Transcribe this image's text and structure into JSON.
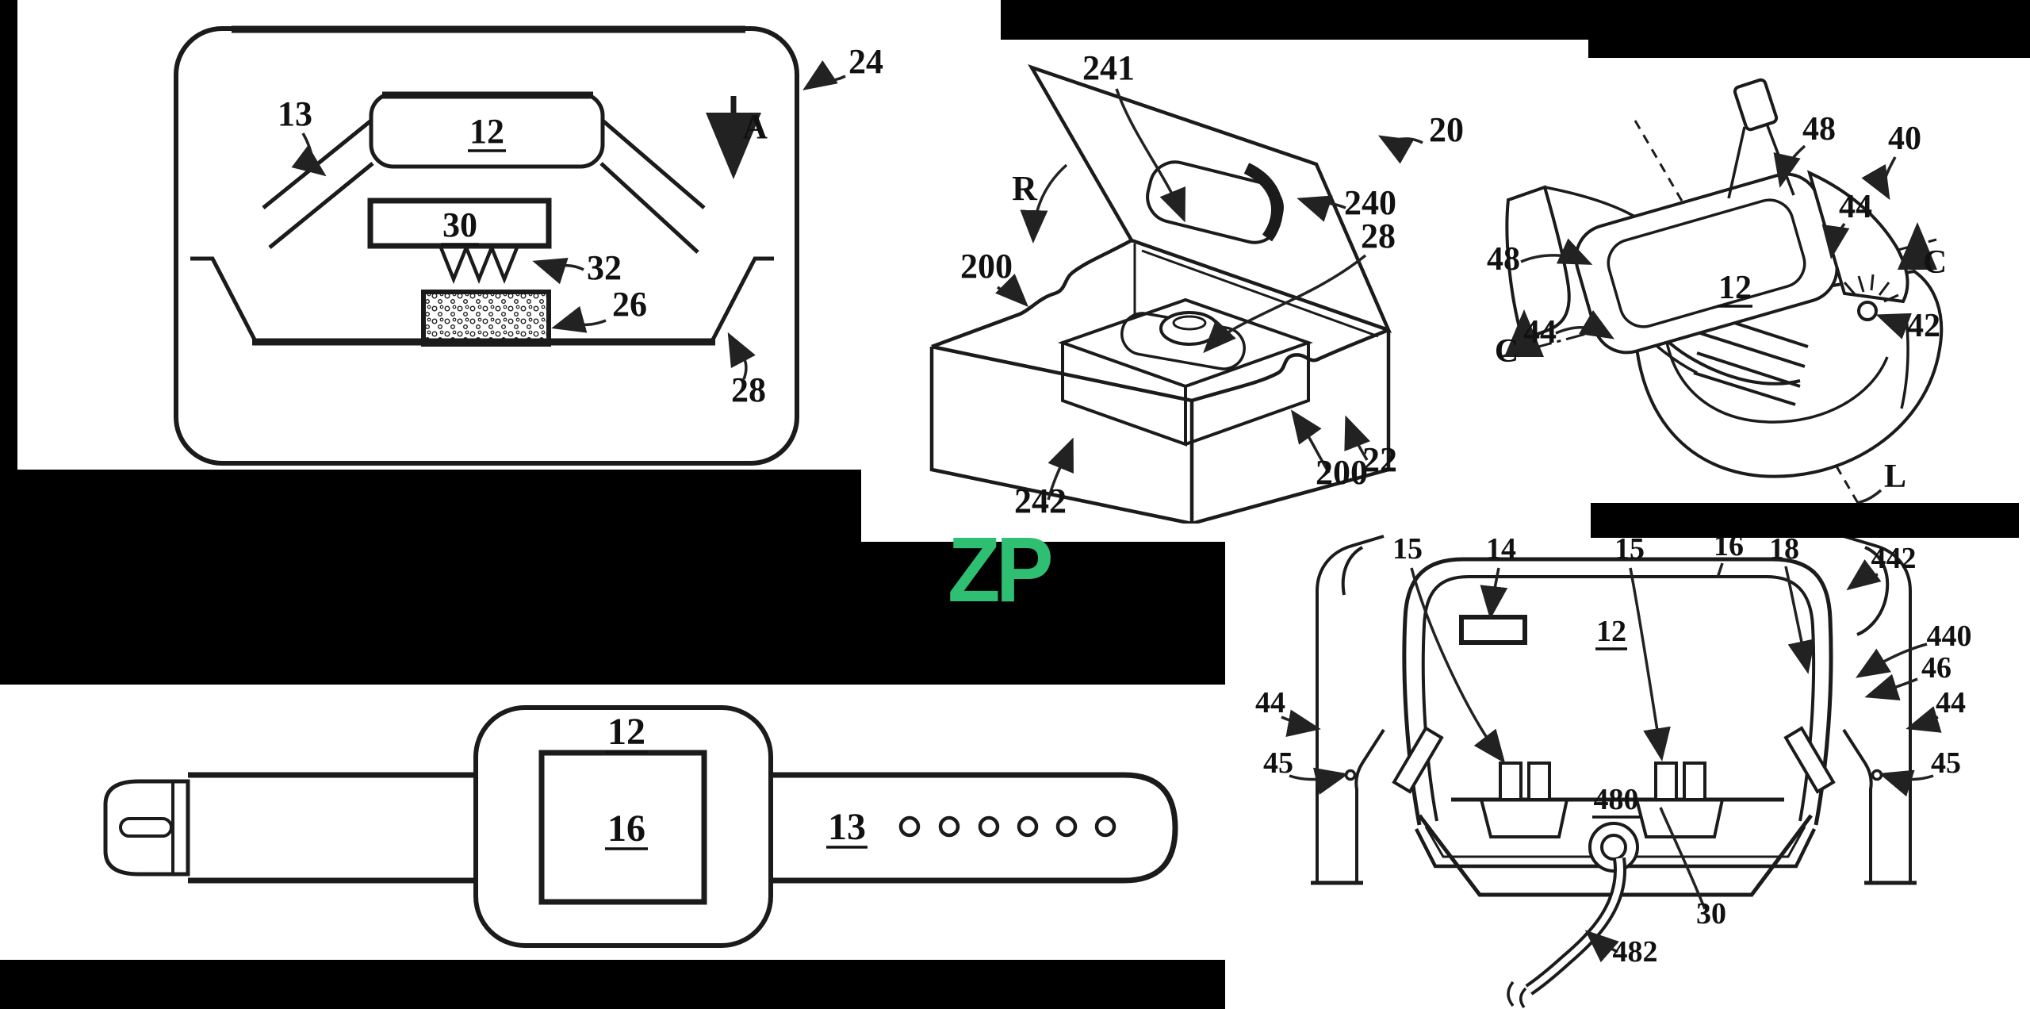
{
  "logo": {
    "letters": "ZP"
  },
  "colors": {
    "logo_green": "#2fbf72",
    "ink": "#1b1b1b",
    "redaction": "#000000",
    "background": "#ffffff"
  },
  "figures": {
    "cross_section": {
      "refs": {
        "r24": "24",
        "r13": "13",
        "r12": "12",
        "rA": "A",
        "r30": "30",
        "r32": "32",
        "r26": "26",
        "r28": "28"
      }
    },
    "packaging_box": {
      "refs": {
        "r241": "241",
        "rR": "R",
        "r20": "20",
        "r240": "240",
        "r28": "28",
        "r200a": "200",
        "r242": "242",
        "r200b": "200",
        "r22": "22"
      }
    },
    "dock_perspective": {
      "refs": {
        "r48a": "48",
        "r40": "40",
        "r44a": "44",
        "r48b": "48",
        "r44b": "44",
        "r12": "12",
        "rCtop": "C",
        "rCbottom": "C",
        "r42": "42",
        "rL": "L"
      }
    },
    "watch_front": {
      "refs": {
        "r12": "12",
        "r16": "16",
        "r13": "13"
      }
    },
    "dock_section": {
      "refs": {
        "r15a": "15",
        "r14": "14",
        "r15b": "15",
        "r16": "16",
        "r18": "18",
        "r442": "442",
        "r440": "440",
        "r46": "46",
        "r44a": "44",
        "r44b": "44",
        "r45a": "45",
        "r45b": "45",
        "r12": "12",
        "r480": "480",
        "r30": "30",
        "r482": "482"
      }
    }
  }
}
